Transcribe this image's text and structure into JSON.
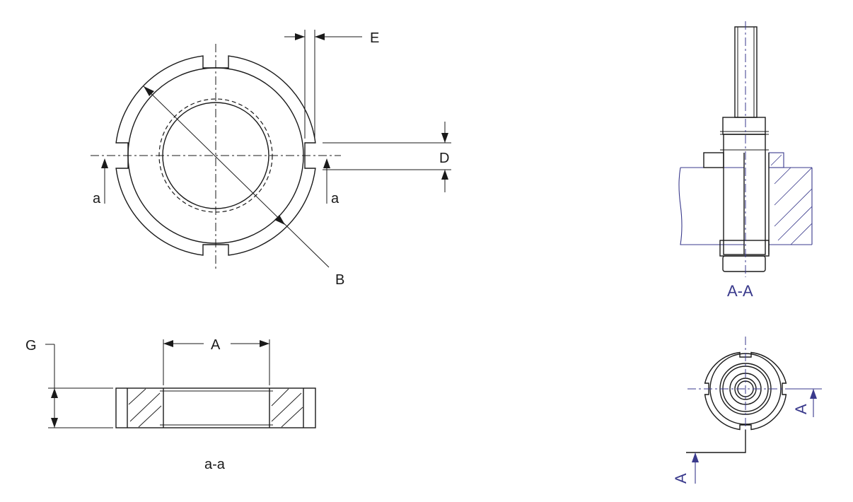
{
  "labels": {
    "E": "E",
    "D": "D",
    "B": "B",
    "a_left": "a",
    "a_right": "a",
    "G": "G",
    "A_dim": "A",
    "section_aa": "a-a",
    "section_AA": "A-A",
    "cut_A_right": "A",
    "cut_A_bottom": "A"
  }
}
